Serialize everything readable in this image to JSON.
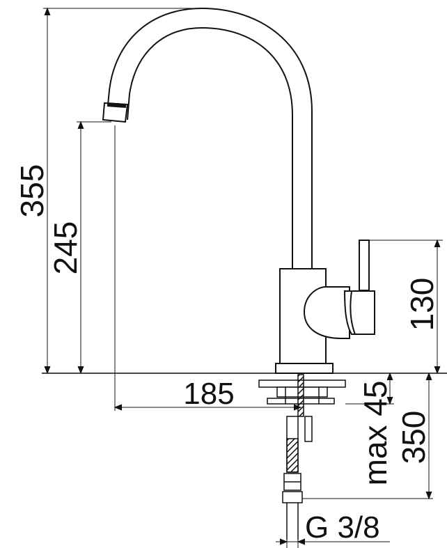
{
  "dimensions": {
    "total_height": "355",
    "spout_height": "245",
    "body_height": "130",
    "reach": "185",
    "below_counter": "45",
    "max_thickness": "max 45",
    "hose_length": "350",
    "thread": "G 3/8"
  }
}
